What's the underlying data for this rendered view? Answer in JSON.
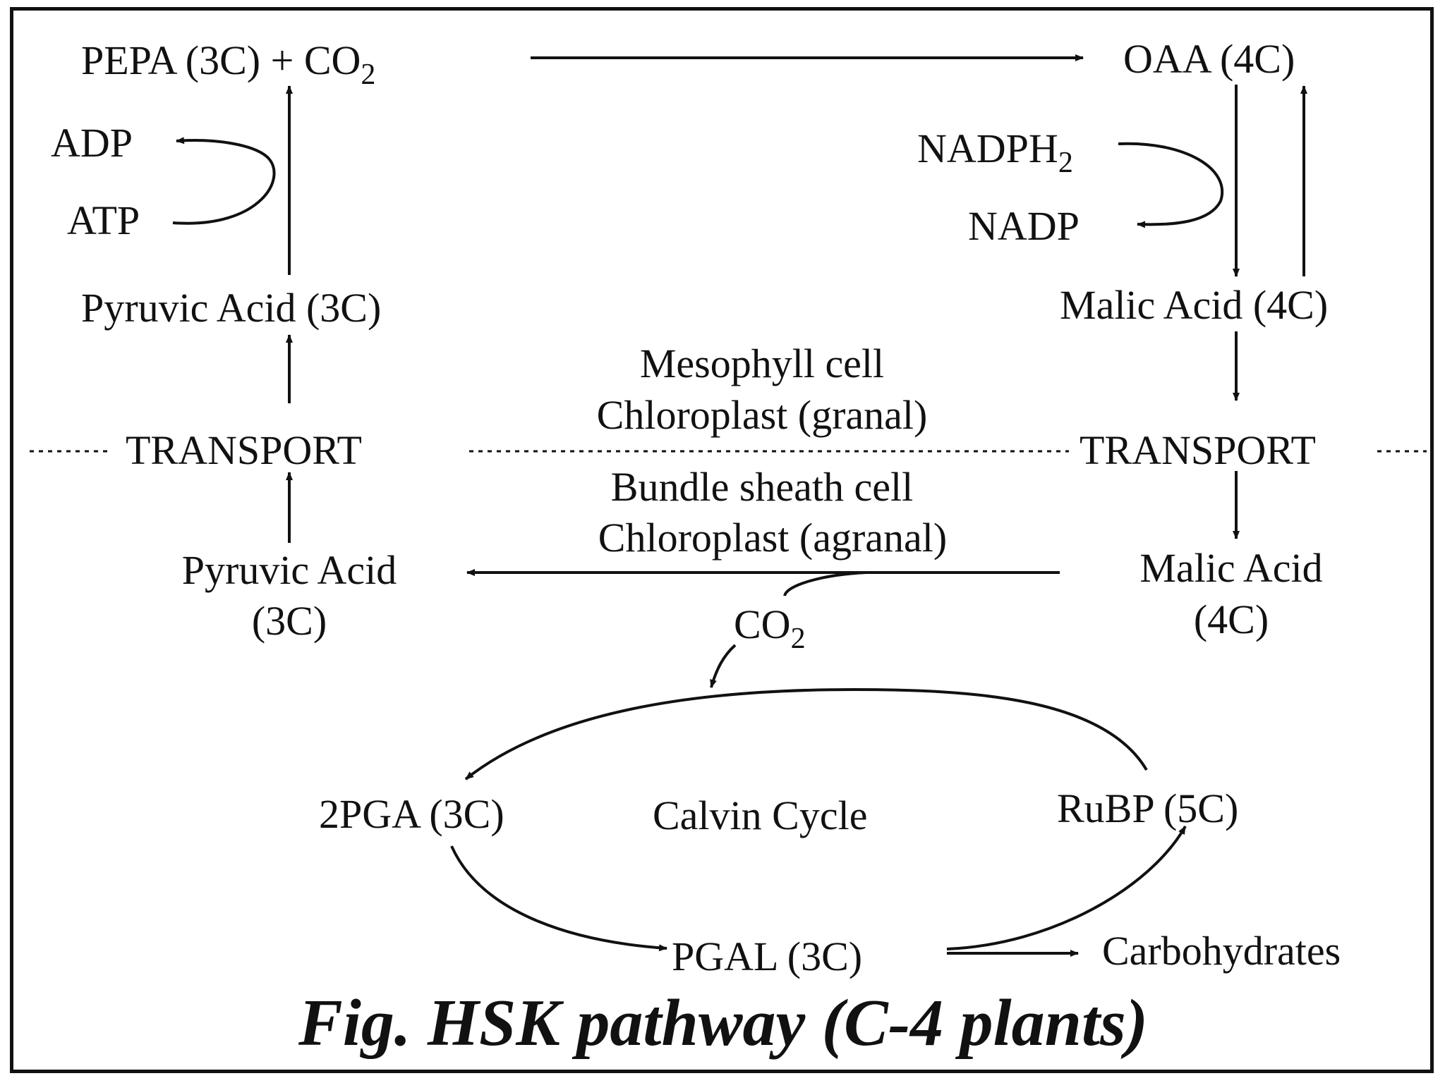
{
  "labels": {
    "pepa": "PEPA (3C) + CO",
    "pepa_sub": "2",
    "oaa": "OAA (4C)",
    "adp": "ADP",
    "atp": "ATP",
    "nadph": "NADPH",
    "nadph_sub": "2",
    "nadp": "NADP",
    "pyruvic_top": "Pyruvic Acid (3C)",
    "malic_top": "Malic Acid (4C)",
    "mesophyll_line1": "Mesophyll cell",
    "mesophyll_line2": "Chloroplast (granal)",
    "transport_left": "TRANSPORT",
    "transport_right": "TRANSPORT",
    "bundle_line1": "Bundle sheath cell",
    "bundle_line2": "Chloroplast (agranal)",
    "pyruvic_bottom_line1": "Pyruvic Acid",
    "pyruvic_bottom_line2": "(3C)",
    "malic_bottom_line1": "Malic Acid",
    "malic_bottom_line2": "(4C)",
    "co2_bottom": "CO",
    "co2_bottom_sub": "2",
    "pga": "2PGA (3C)",
    "calvin": "Calvin Cycle",
    "rubp": "RuBP (5C)",
    "pgal": "PGAL (3C)",
    "carbohydrates": "Carbohydrates"
  },
  "caption": "Fig. HSK pathway (C-4 plants)"
}
